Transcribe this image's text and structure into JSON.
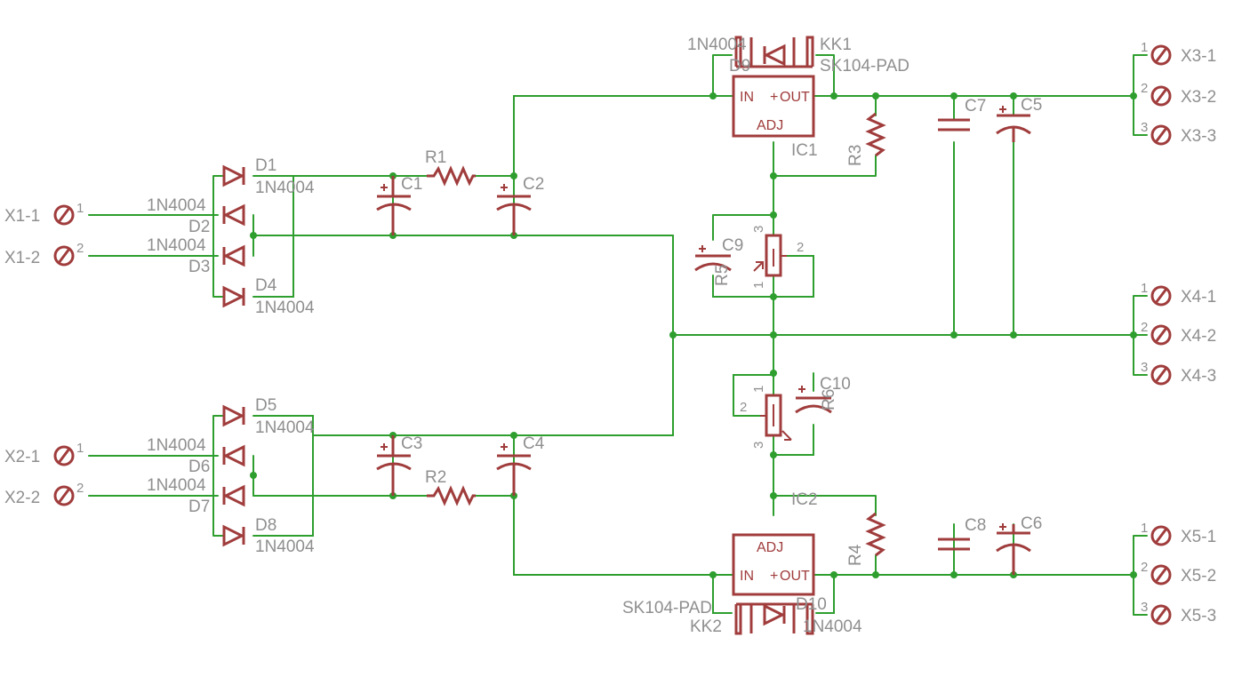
{
  "connectors": [
    {
      "id": "x1-1",
      "label": "X1-1",
      "pin": "1"
    },
    {
      "id": "x1-2",
      "label": "X1-2",
      "pin": "2"
    },
    {
      "id": "x2-1",
      "label": "X2-1",
      "pin": "1"
    },
    {
      "id": "x2-2",
      "label": "X2-2",
      "pin": "2"
    },
    {
      "id": "x3-1",
      "label": "X3-1",
      "pin": "1"
    },
    {
      "id": "x3-2",
      "label": "X3-2",
      "pin": "2"
    },
    {
      "id": "x3-3",
      "label": "X3-3",
      "pin": "3"
    },
    {
      "id": "x4-1",
      "label": "X4-1",
      "pin": "1"
    },
    {
      "id": "x4-2",
      "label": "X4-2",
      "pin": "2"
    },
    {
      "id": "x4-3",
      "label": "X4-3",
      "pin": "3"
    },
    {
      "id": "x5-1",
      "label": "X5-1",
      "pin": "1"
    },
    {
      "id": "x5-2",
      "label": "X5-2",
      "pin": "2"
    },
    {
      "id": "x5-3",
      "label": "X5-3",
      "pin": "3"
    }
  ],
  "diodes": {
    "d1": {
      "name": "D1",
      "value": "1N4004"
    },
    "d2": {
      "name": "D2",
      "value": "1N4004"
    },
    "d3": {
      "name": "D3",
      "value": "1N4004"
    },
    "d4": {
      "name": "D4",
      "value": "1N4004"
    },
    "d5": {
      "name": "D5",
      "value": "1N4004"
    },
    "d6": {
      "name": "D6",
      "value": "1N4004"
    },
    "d7": {
      "name": "D7",
      "value": "1N4004"
    },
    "d8": {
      "name": "D8",
      "value": "1N4004"
    },
    "d9": {
      "name": "D9",
      "value": "1N4004"
    },
    "d10": {
      "name": "D10",
      "value": "1N4004"
    }
  },
  "capacitors": {
    "c1": "C1",
    "c2": "C2",
    "c3": "C3",
    "c4": "C4",
    "c5": "C5",
    "c6": "C6",
    "c7": "C7",
    "c8": "C8",
    "c9": "C9",
    "c10": "C10"
  },
  "resistors": {
    "r1": "R1",
    "r2": "R2",
    "r3": "R3",
    "r4": "R4",
    "r5": "R5",
    "r6": "R6"
  },
  "pot_pins": {
    "p1": "1",
    "p2": "2",
    "p3": "3"
  },
  "regulators": {
    "ic1": {
      "name": "IC1",
      "in": "IN",
      "out": "OUT",
      "adj": "ADJ",
      "plus": "+"
    },
    "ic2": {
      "name": "IC2",
      "in": "IN",
      "out": "OUT",
      "adj": "ADJ",
      "plus": "+"
    }
  },
  "heatsinks": {
    "kk1": {
      "name": "KK1",
      "package": "SK104-PAD"
    },
    "kk2": {
      "name": "KK2",
      "package": "SK104-PAD"
    }
  },
  "colors": {
    "wire": "#2e9e2e",
    "symbol": "#a03c3c",
    "label": "#8f8f8f"
  }
}
